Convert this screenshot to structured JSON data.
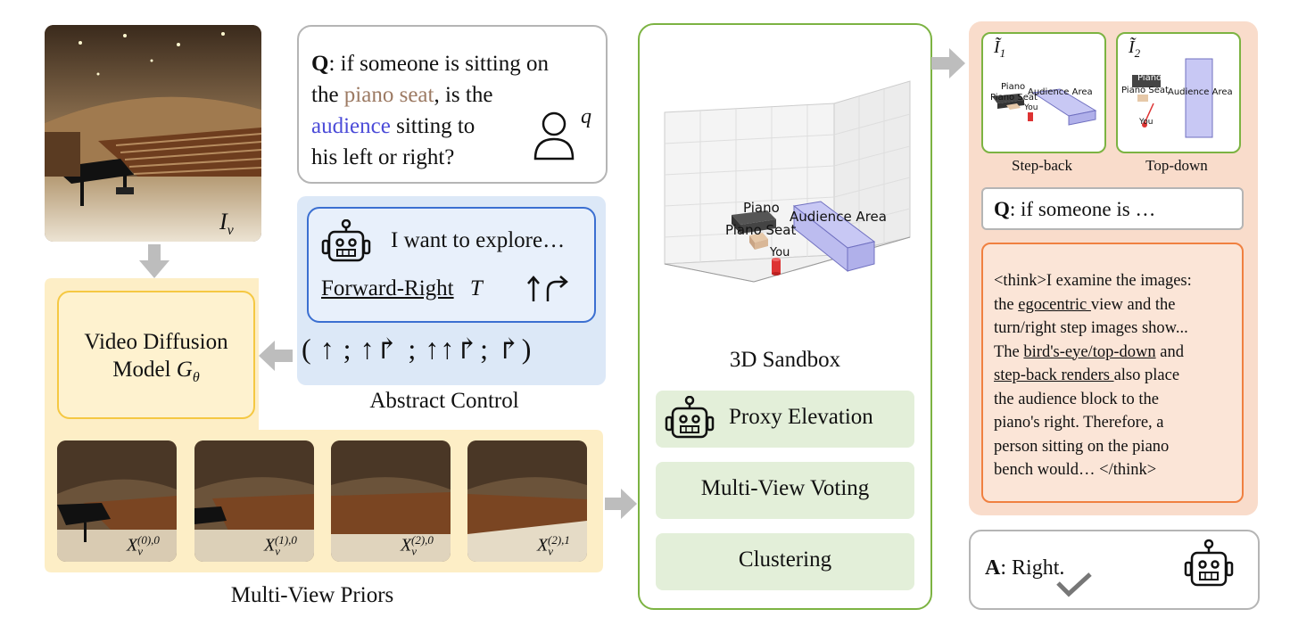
{
  "input_image": {
    "label_base": "I",
    "label_sub": "v"
  },
  "question_box": {
    "q_prefix": "Q",
    "line1": ": if someone is sitting on",
    "line2_pre": "the ",
    "piano_seat": "piano seat",
    "line2_post": ", is the",
    "audience": "audience",
    "line3_post": " sitting to",
    "line4": "his left or right?",
    "user_symbol": "q",
    "colors": {
      "piano_seat": "#9c7a63",
      "audience": "#4b4bd8"
    }
  },
  "robot_box": {
    "text": "I want to explore…",
    "command": "Forward-Right",
    "symbol": "T",
    "controls": "( ↑ ; ↑↱ ; ↑↑↱; ↱)"
  },
  "abstract_control_label": "Abstract Control",
  "video_diffusion": {
    "line1": "Video Diffusion",
    "line2": "Model ",
    "g": "G",
    "g_sub": "θ"
  },
  "priors": {
    "caption": "Multi-View Priors",
    "frames": [
      {
        "sup": "(0),0"
      },
      {
        "sup": "(1),0"
      },
      {
        "sup": "(2),0"
      },
      {
        "sup": "(2),1"
      }
    ],
    "var_base": "X",
    "var_sub": "v"
  },
  "sandbox": {
    "title": "3D Sandbox",
    "labels": {
      "piano": "Piano",
      "piano_seat": "Piano Seat",
      "you": "You",
      "audience": "Audience Area"
    },
    "steps": [
      "Proxy Elevation",
      "Multi-View Voting",
      "Clustering"
    ]
  },
  "views": {
    "step_back": {
      "label_base": "I",
      "sub": "1",
      "caption": "Step-back",
      "labels": {
        "piano": "Piano",
        "piano_seat": "Piano Seat",
        "you": "You",
        "audience": "Audience Area"
      }
    },
    "top_down": {
      "label_base": "I",
      "sub": "2",
      "caption": "Top-down",
      "labels": {
        "piano": "Piano",
        "piano_seat": "Piano Seat",
        "you": "You",
        "audience": "Audience Area"
      }
    }
  },
  "q_short": {
    "prefix": "Q",
    "text": ": if someone is …"
  },
  "think": {
    "l1": "<think>I examine the images:",
    "l2_pre": "the ",
    "l2_u": "egocentric ",
    "l2_post": "view and the",
    "l3": "turn/right step images show...",
    "l4_pre": "The ",
    "l4_u": "bird's-eye/top-down",
    "l4_post": " and",
    "l5_u": "step-back renders ",
    "l5_post": "also place",
    "l6": "the audience block to the",
    "l7": "piano's right. Therefore, a",
    "l8": "person sitting on the piano",
    "l9": "bench would… </think>"
  },
  "answer": {
    "prefix": "A",
    "text": ": Right."
  },
  "colors": {
    "yellow_bg": "#fdeec6",
    "yellow_border": "#f5c842",
    "blue_bg": "#dce8f7",
    "blue_border": "#3b6fd1",
    "green_border": "#7cb342",
    "green_step": "#e3efd9",
    "orange_bg": "#f9dccb",
    "orange_border": "#f08040",
    "gray_border": "#aaaaaa",
    "arrow": "#bdbdbd"
  }
}
